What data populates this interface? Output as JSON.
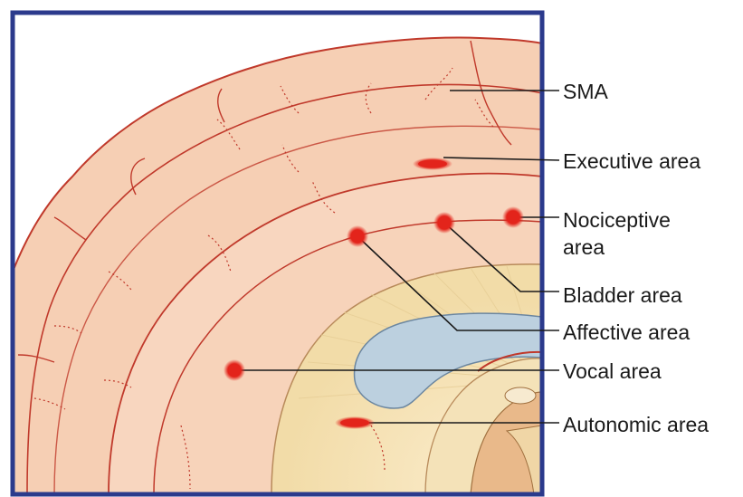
{
  "labels": {
    "sma": "SMA",
    "executive": "Executive area",
    "nociceptive_line1": "Nociceptive",
    "nociceptive_line2": "area",
    "bladder": "Bladder area",
    "affective": "Affective area",
    "vocal": "Vocal area",
    "autonomic": "Autonomic area"
  },
  "colors": {
    "frame": "#2b3a8c",
    "cortex": "#f6cfb4",
    "cortex_outline": "#c0392b",
    "white_matter": "#f4e4b8",
    "ventricle": "#bcd0df",
    "hotspot": "#e3241b",
    "leader_line": "#1a1a1a"
  }
}
